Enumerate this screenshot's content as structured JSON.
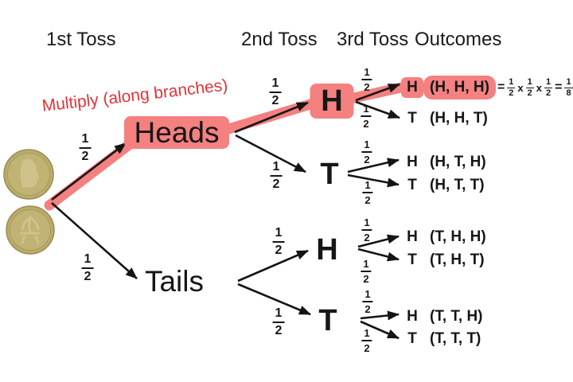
{
  "headers": {
    "first": "1st Toss",
    "second": "2nd Toss",
    "third": "3rd Toss",
    "outcomes": "Outcomes"
  },
  "annotation": {
    "text": "Multiply (along branches)"
  },
  "nodes": {
    "heads": "Heads",
    "tails": "Tails",
    "h": "H",
    "t": "T"
  },
  "fraction": {
    "num": "1",
    "den": "2"
  },
  "formula": {
    "equals": "=",
    "times": "x",
    "half": {
      "num": "1",
      "den": "2"
    },
    "result": {
      "num": "1",
      "den": "8"
    }
  },
  "outcomes": [
    {
      "letter": "H",
      "tuple": "(H, H, H)",
      "highlighted": true
    },
    {
      "letter": "T",
      "tuple": "(H, H, T)",
      "highlighted": false
    },
    {
      "letter": "H",
      "tuple": "(H, T, H)",
      "highlighted": false
    },
    {
      "letter": "T",
      "tuple": "(H, T, T)",
      "highlighted": false
    },
    {
      "letter": "H",
      "tuple": "(T, H, H)",
      "highlighted": false
    },
    {
      "letter": "T",
      "tuple": "(T, H, T)",
      "highlighted": false
    },
    {
      "letter": "H",
      "tuple": "(T, T, H)",
      "highlighted": false
    },
    {
      "letter": "T",
      "tuple": "(T, T, T)",
      "highlighted": false
    }
  ],
  "colors": {
    "highlight_pink": "#f48080",
    "annotation_red": "#e23338",
    "arrow_black": "#141414",
    "coin_gold": "#b9ab6c",
    "coin_emblem": "#cfc28a",
    "background": "#ffffff"
  }
}
